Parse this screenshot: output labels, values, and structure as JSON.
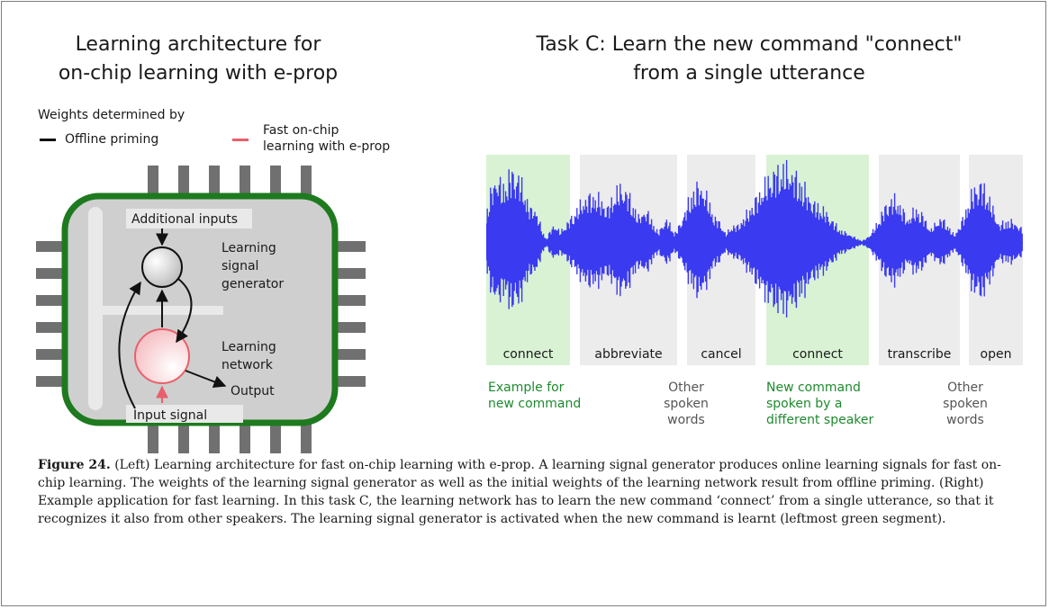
{
  "left_panel": {
    "title_line1": "Learning architecture for",
    "title_line2": "on-chip learning with e-prop",
    "legend_heading": "Weights determined by",
    "legend_offline": "Offline priming",
    "legend_fast_line1": "Fast on-chip",
    "legend_fast_line2": "learning with e-prop",
    "additional_inputs": "Additional inputs",
    "lsg_line1": "Learning",
    "lsg_line2": "signal",
    "lsg_line3": "generator",
    "ln_line1": "Learning",
    "ln_line2": "network",
    "output": "Output",
    "input_signal": "Input signal",
    "colors": {
      "chip_border": "#1e7a1e",
      "chip_fill": "#cfcfcf",
      "pin": "#707070",
      "fast_arrow": "#e8606b"
    }
  },
  "right_panel": {
    "title_line1": "Task C: Learn the new command \"connect\"",
    "title_line2": "from a single utterance",
    "words": [
      "connect",
      "abbreviate",
      "cancel",
      "connect",
      "transcribe",
      "open"
    ],
    "notes": {
      "example_line1": "Example for",
      "example_line2": "new command",
      "other1_line1": "Other",
      "other1_line2": "spoken",
      "other1_line3": "words",
      "new_line1": "New command",
      "new_line2": "spoken by a",
      "new_line3": "different speaker",
      "other2_line1": "Other",
      "other2_line2": "spoken",
      "other2_line3": "words"
    },
    "colors": {
      "green_segment": "#d9f2d4",
      "grey_segment": "#ececec",
      "waveform": "#3a3af0",
      "note_green": "#1e8a2e",
      "note_grey": "#555555"
    }
  },
  "caption": {
    "label": "Figure 24.",
    "text": " (Left) Learning architecture for fast on-chip learning with e-prop. A learning signal generator produces online learning signals for fast on-chip learning. The weights of the learning signal generator as well as the initial weights of the learning network result from offline priming. (Right) Example application for fast learning. In this task C, the learning network has to learn the new command ‘connect’ from a single utterance, so that it recognizes it also from other speakers. The learning signal generator is activated when the new command is learnt (leftmost green segment)."
  }
}
